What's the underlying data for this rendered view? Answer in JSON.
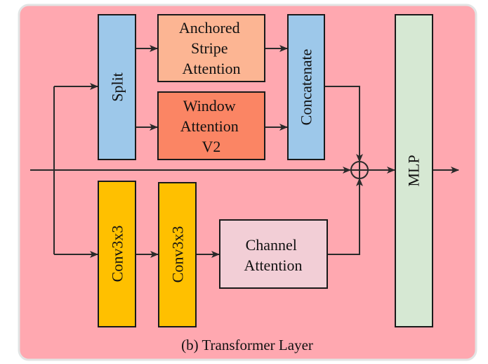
{
  "caption": "(b) Transformer Layer",
  "colors": {
    "background": "#FFA8B0",
    "frame_border": "#E2E4E4",
    "stroke": "#2A2A2A"
  },
  "blocks": {
    "split": {
      "label": "Split",
      "color": "#9DC8EA"
    },
    "anchored_stripe_attention": {
      "lines": [
        "Anchored",
        "Stripe",
        "Attention"
      ],
      "color": "#FCB593"
    },
    "window_attention_v2": {
      "lines": [
        "Window",
        "Attention",
        "V2"
      ],
      "color": "#FB8564"
    },
    "concatenate": {
      "label": "Concatenate",
      "color": "#9DC8EA"
    },
    "conv1": {
      "label": "Conv3x3",
      "color": "#FFC000"
    },
    "conv2": {
      "label": "Conv3x3",
      "color": "#FFC000"
    },
    "channel_attention": {
      "lines": [
        "Channel",
        "Attention"
      ],
      "color": "#F2CED6"
    },
    "mlp": {
      "label": "MLP",
      "color": "#D6E8D3"
    }
  },
  "operators": {
    "add": {
      "symbol": "⊕",
      "name": "element-wise-sum"
    }
  }
}
